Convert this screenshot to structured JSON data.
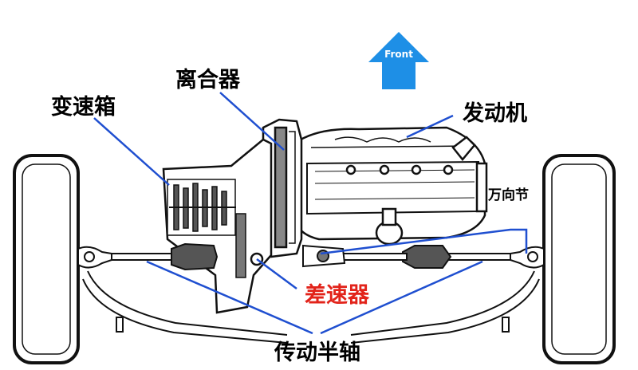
{
  "labels": {
    "transmission": "变速箱",
    "clutch": "离合器",
    "engine": "发动机",
    "universal_joint": "万向节",
    "differential": "差速器",
    "half_shaft": "传动半轴"
  },
  "front_arrow": {
    "text": "Front",
    "color": "#1e8fe6"
  },
  "colors": {
    "leader_line": "#1f4fd0",
    "differential_label": "#e2231a",
    "drawing_stroke": "#111111",
    "tire_fill": "#ffffff"
  }
}
